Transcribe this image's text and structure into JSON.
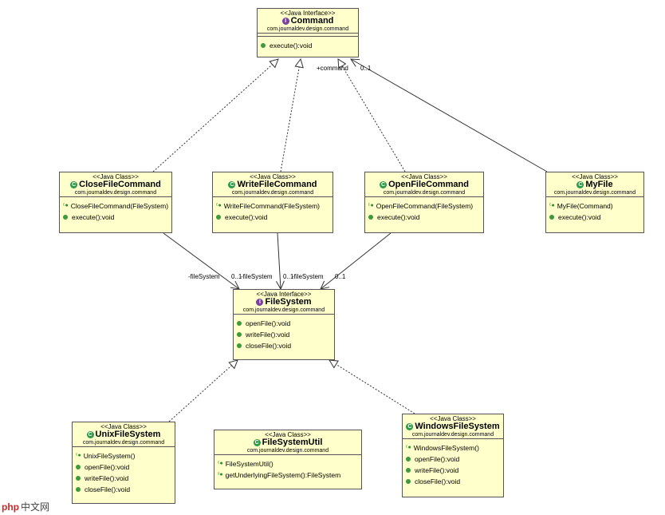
{
  "classes": {
    "command": {
      "stereotype": "<<Java Interface>>",
      "name": "Command",
      "package": "com.journaldev.design.command",
      "methods": [
        "execute():void"
      ]
    },
    "closefile": {
      "stereotype": "<<Java Class>>",
      "name": "CloseFileCommand",
      "package": "com.journaldev.design.command",
      "constructors": [
        "CloseFileCommand(FileSystem)"
      ],
      "methods": [
        "execute():void"
      ]
    },
    "writefile": {
      "stereotype": "<<Java Class>>",
      "name": "WriteFileCommand",
      "package": "com.journaldev.design.command",
      "constructors": [
        "WriteFileCommand(FileSystem)"
      ],
      "methods": [
        "execute():void"
      ]
    },
    "openfile": {
      "stereotype": "<<Java Class>>",
      "name": "OpenFileCommand",
      "package": "com.journaldev.design.command",
      "constructors": [
        "OpenFileCommand(FileSystem)"
      ],
      "methods": [
        "execute():void"
      ]
    },
    "myfile": {
      "stereotype": "<<Java Class>>",
      "name": "MyFile",
      "package": "com.journaldev.design.command",
      "constructors": [
        "MyFile(Command)"
      ],
      "methods": [
        "execute():void"
      ]
    },
    "filesystem": {
      "stereotype": "<<Java Interface>>",
      "name": "FileSystem",
      "package": "com.journaldev.design.command",
      "methods": [
        "openFile():void",
        "writeFile():void",
        "closeFile():void"
      ]
    },
    "unix": {
      "stereotype": "<<Java Class>>",
      "name": "UnixFileSystem",
      "package": "com.journaldev.design.command",
      "constructors": [
        "UnixFileSystem()"
      ],
      "methods": [
        "openFile():void",
        "writeFile():void",
        "closeFile():void"
      ]
    },
    "util": {
      "stereotype": "<<Java Class>>",
      "name": "FileSystemUtil",
      "package": "com.journaldev.design.command",
      "constructors": [
        "FileSystemUtil()",
        "getUnderlyingFileSystem():FileSystem"
      ],
      "methods": []
    },
    "windows": {
      "stereotype": "<<Java Class>>",
      "name": "WindowsFileSystem",
      "package": "com.journaldev.design.command",
      "constructors": [
        "WindowsFileSystem()"
      ],
      "methods": [
        "openFile():void",
        "writeFile():void",
        "closeFile():void"
      ]
    }
  },
  "edge_labels": {
    "command_role": "+command",
    "command_mult": "0..1",
    "fs_role_1": "-fileSystem",
    "fs_mult_1": "0..1",
    "fs_role_2": "-fileSystem",
    "fs_mult_2": "0..1",
    "fs_role_3": "-fileSystem",
    "fs_mult_3": "0..1"
  },
  "watermark": {
    "logo": "php",
    "text": "中文网"
  }
}
